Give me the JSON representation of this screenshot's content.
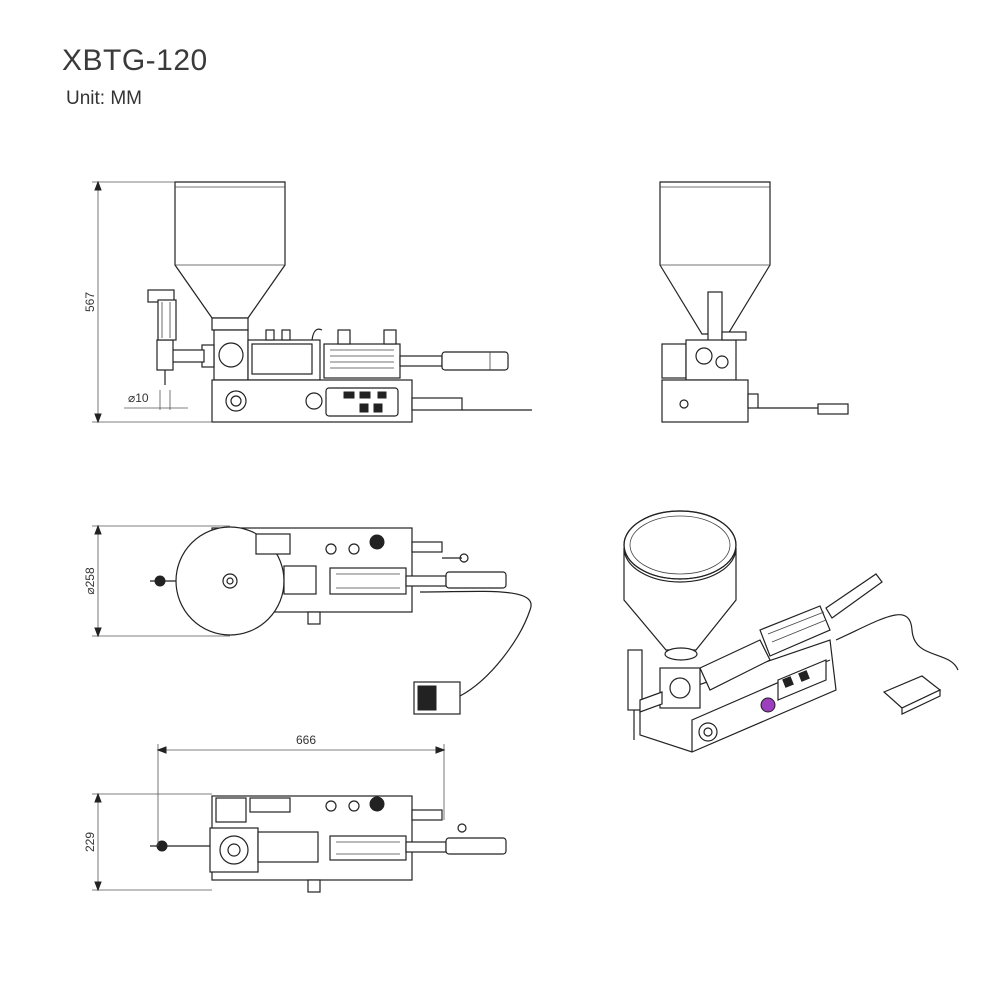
{
  "header": {
    "model": "XBTG-120",
    "unit": "Unit: MM"
  },
  "dimensions": {
    "height": "567",
    "nozzle": "⌀10",
    "diameter": "⌀258",
    "length": "666",
    "width": "229"
  },
  "colors": {
    "line": "#222222",
    "accent_knob": "#9b3fbf"
  }
}
